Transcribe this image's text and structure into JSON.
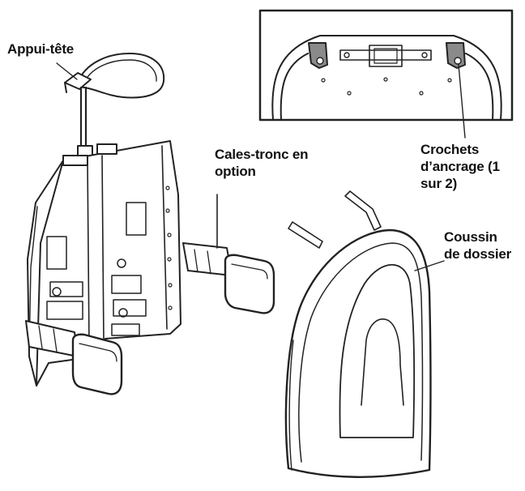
{
  "labels": {
    "headrest": "Appui-tête",
    "lateral_supports": [
      "Cales-tronc en",
      "option"
    ],
    "anchor_hooks": [
      "Crochets",
      "d’ancrage (1",
      "sur 2)"
    ],
    "back_cushion": [
      "Coussin",
      "de dossier"
    ]
  },
  "colors": {
    "line": "#222222",
    "fill": "#ffffff",
    "shade": "#8a8a8a"
  }
}
